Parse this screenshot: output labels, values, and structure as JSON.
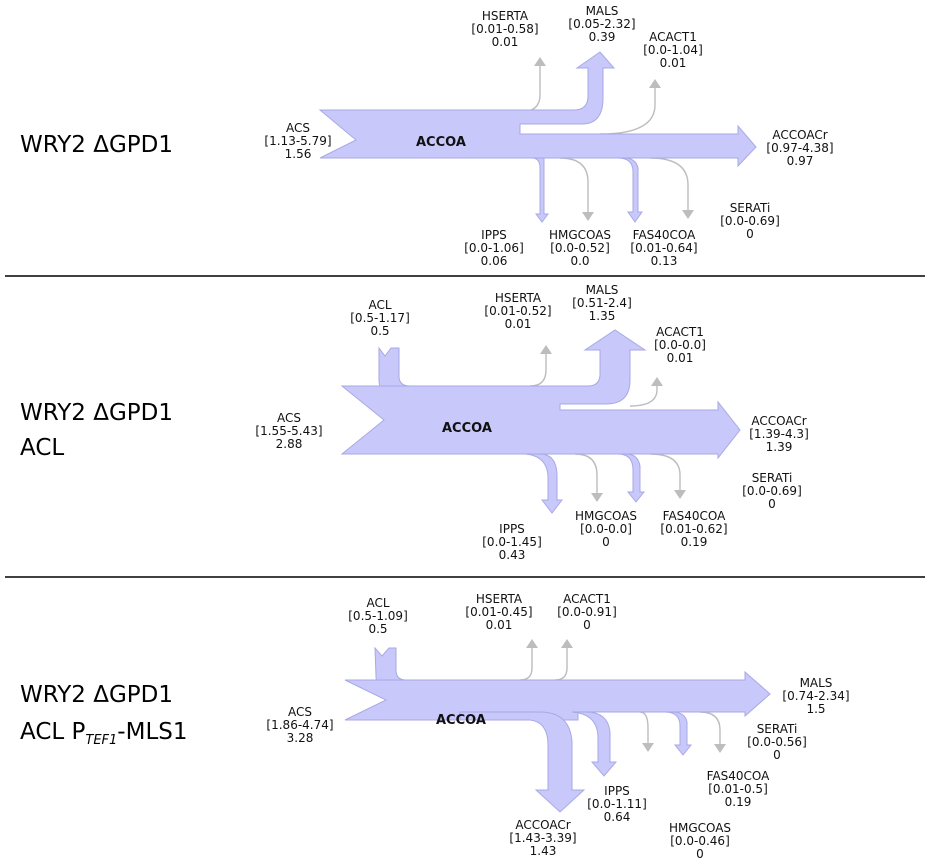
{
  "colors": {
    "flow_fill": "#c8c8fa",
    "flow_stroke": "#a9a9e6",
    "thin_flow": "#bdbdbd",
    "divider": "#000000"
  },
  "panels": [
    {
      "strain": [
        "WRY2 ΔGPD1"
      ],
      "node": "ACCOA",
      "fluxes": [
        {
          "name": "ACS",
          "range": "[1.13-5.79]",
          "value": "1.56"
        },
        {
          "name": "HSERTA",
          "range": "[0.01-0.58]",
          "value": "0.01"
        },
        {
          "name": "MALS",
          "range": "[0.05-2.32]",
          "value": "0.39"
        },
        {
          "name": "ACACT1",
          "range": "[0.0-1.04]",
          "value": "0.01"
        },
        {
          "name": "ACCOACr",
          "range": "[0.97-4.38]",
          "value": "0.97"
        },
        {
          "name": "SERATi",
          "range": "[0.0-0.69]",
          "value": "0"
        },
        {
          "name": "IPPS",
          "range": "[0.0-1.06]",
          "value": "0.06"
        },
        {
          "name": "HMGCOAS",
          "range": "[0.0-0.52]",
          "value": "0.0"
        },
        {
          "name": "FAS40COA",
          "range": "[0.01-0.64]",
          "value": "0.13"
        }
      ]
    },
    {
      "strain": [
        "WRY2 ΔGPD1",
        "ACL"
      ],
      "node": "ACCOA",
      "fluxes": [
        {
          "name": "ACL",
          "range": "[0.5-1.17]",
          "value": "0.5"
        },
        {
          "name": "ACS",
          "range": "[1.55-5.43]",
          "value": "2.88"
        },
        {
          "name": "HSERTA",
          "range": "[0.01-0.52]",
          "value": "0.01"
        },
        {
          "name": "MALS",
          "range": "[0.51-2.4]",
          "value": "1.35"
        },
        {
          "name": "ACACT1",
          "range": "[0.0-0.0]",
          "value": "0.01"
        },
        {
          "name": "ACCOACr",
          "range": "[1.39-4.3]",
          "value": "1.39"
        },
        {
          "name": "SERATi",
          "range": "[0.0-0.69]",
          "value": "0"
        },
        {
          "name": "IPPS",
          "range": "[0.0-1.45]",
          "value": "0.43"
        },
        {
          "name": "HMGCOAS",
          "range": "[0.0-0.0]",
          "value": "0"
        },
        {
          "name": "FAS40COA",
          "range": "[0.01-0.62]",
          "value": "0.19"
        }
      ]
    },
    {
      "strain": [
        "WRY2 ΔGPD1",
        "ACL P",
        "TEF1",
        "-MLS1"
      ],
      "node": "ACCOA",
      "fluxes": [
        {
          "name": "ACL",
          "range": "[0.5-1.09]",
          "value": "0.5"
        },
        {
          "name": "ACS",
          "range": "[1.86-4.74]",
          "value": "3.28"
        },
        {
          "name": "HSERTA",
          "range": "[0.01-0.45]",
          "value": "0.01"
        },
        {
          "name": "ACACT1",
          "range": "[0.0-0.91]",
          "value": "0"
        },
        {
          "name": "MALS",
          "range": "[0.74-2.34]",
          "value": "1.5"
        },
        {
          "name": "SERATi",
          "range": "[0.0-0.56]",
          "value": "0"
        },
        {
          "name": "FAS40COA",
          "range": "[0.01-0.5]",
          "value": "0.19"
        },
        {
          "name": "IPPS",
          "range": "[0.0-1.11]",
          "value": "0.64"
        },
        {
          "name": "ACCOACr",
          "range": "[1.43-3.39]",
          "value": "1.43"
        },
        {
          "name": "HMGCOAS",
          "range": "[0.0-0.46]",
          "value": "0"
        }
      ]
    }
  ]
}
